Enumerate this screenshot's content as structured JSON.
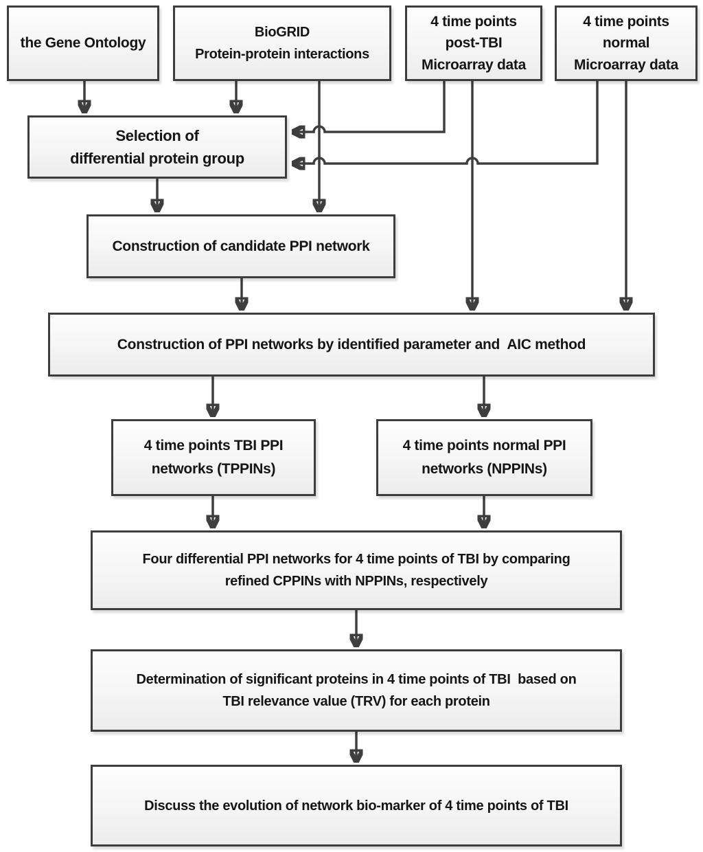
{
  "diagram": {
    "title": "TBI network biomarker construction flowchart",
    "nodes": {
      "gene_ontology": {
        "label": "the Gene Ontology"
      },
      "biogrid": {
        "label": "BioGRID\nProtein-protein interactions"
      },
      "post_tbi": {
        "label": "4 time points\npost-TBI\nMicroarray data"
      },
      "normal_data": {
        "label": "4 time points\nnormal\nMicroarray data"
      },
      "selection": {
        "label": "Selection of\ndifferential protein group"
      },
      "candidate": {
        "label": "Construction of candidate PPI network"
      },
      "aic": {
        "label": "Construction of PPI networks by identified parameter and  AIC method"
      },
      "tppins": {
        "label": "4 time points TBI PPI\nnetworks (TPPINs)"
      },
      "nppins": {
        "label": "4 time points normal PPI\nnetworks (NPPINs)"
      },
      "four_diff": {
        "label": "Four differential PPI networks for 4 time points of TBI by comparing\nrefined CPPINs with NPPINs, respectively"
      },
      "determination": {
        "label": "Determination of significant proteins in 4 time points of TBI  based on\nTBI relevance value (TRV) for each protein"
      },
      "discuss": {
        "label": "Discuss the evolution of network bio-marker of 4 time points of TBI"
      }
    },
    "colors": {
      "box_border": "#3d3d3d",
      "connector": "#3e3e3e",
      "box_fill_top": "#fdfdfd",
      "box_fill_bottom": "#ececec",
      "text": "#151515",
      "background": "#ffffff"
    }
  }
}
